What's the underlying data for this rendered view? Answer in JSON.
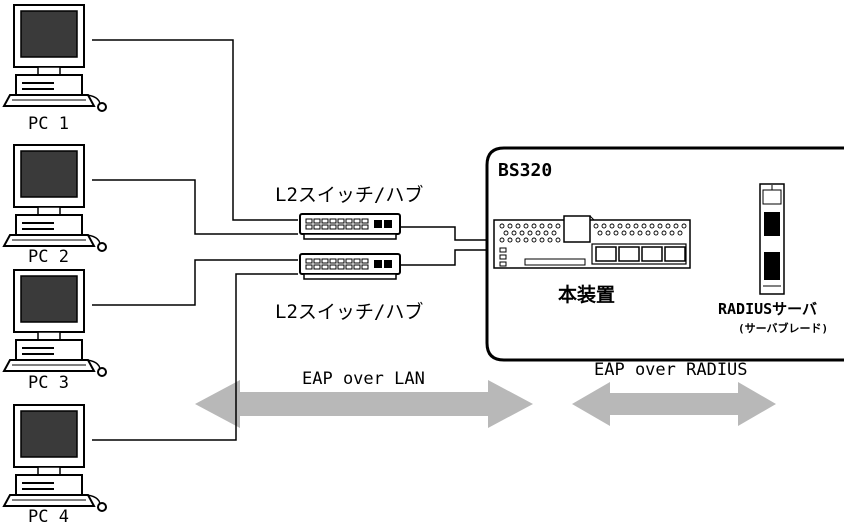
{
  "pcs": [
    {
      "label": "PC 1"
    },
    {
      "label": "PC 2"
    },
    {
      "label": "PC 3"
    },
    {
      "label": "PC 4"
    }
  ],
  "switches": [
    {
      "label": "L2スイッチ/ハブ"
    },
    {
      "label": "L2スイッチ/ハブ"
    }
  ],
  "chassis": {
    "label": "BS320"
  },
  "device": {
    "label": "本装置"
  },
  "radius_server": {
    "label": "RADIUSサーバ",
    "sublabel": "(サーバブレード)"
  },
  "protocols": {
    "lan": "EAP over LAN",
    "radius": "EAP over RADIUS"
  },
  "colors": {
    "arrow": "#b8b8b8",
    "line": "#000000",
    "screen": "#3a3a3a"
  }
}
